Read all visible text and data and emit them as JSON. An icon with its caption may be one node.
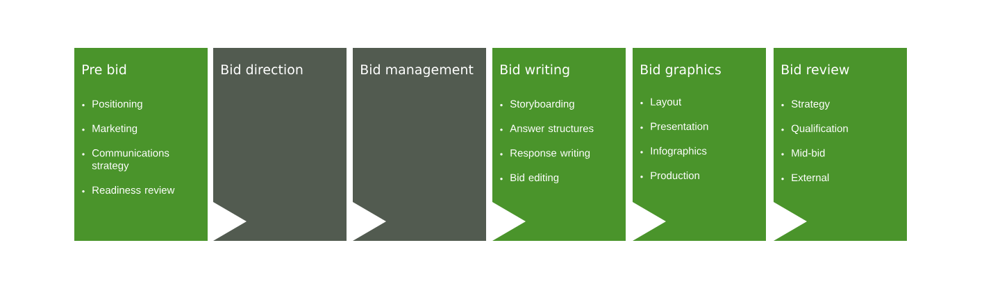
{
  "diagram": {
    "nodes": [
      {
        "text": [
          "Pre bid",
          "Positioning",
          "Marketing",
          "Communications strategy",
          "Readiness review"
        ]
      },
      {
        "text": [
          "Bid direction"
        ]
      },
      {
        "text": [
          "Bid management"
        ]
      },
      {
        "text": [
          "Bid writing",
          "Storyboarding",
          "Answer structures",
          "Response writing",
          "Bid editing"
        ]
      },
      {
        "text": [
          "Bid graphics",
          "Layout",
          "Presentation",
          "Infographics",
          "Production"
        ]
      },
      {
        "text": [
          "Bid review",
          "Strategy",
          "Qualification",
          "Mid-bid",
          "External"
        ]
      }
    ]
  }
}
